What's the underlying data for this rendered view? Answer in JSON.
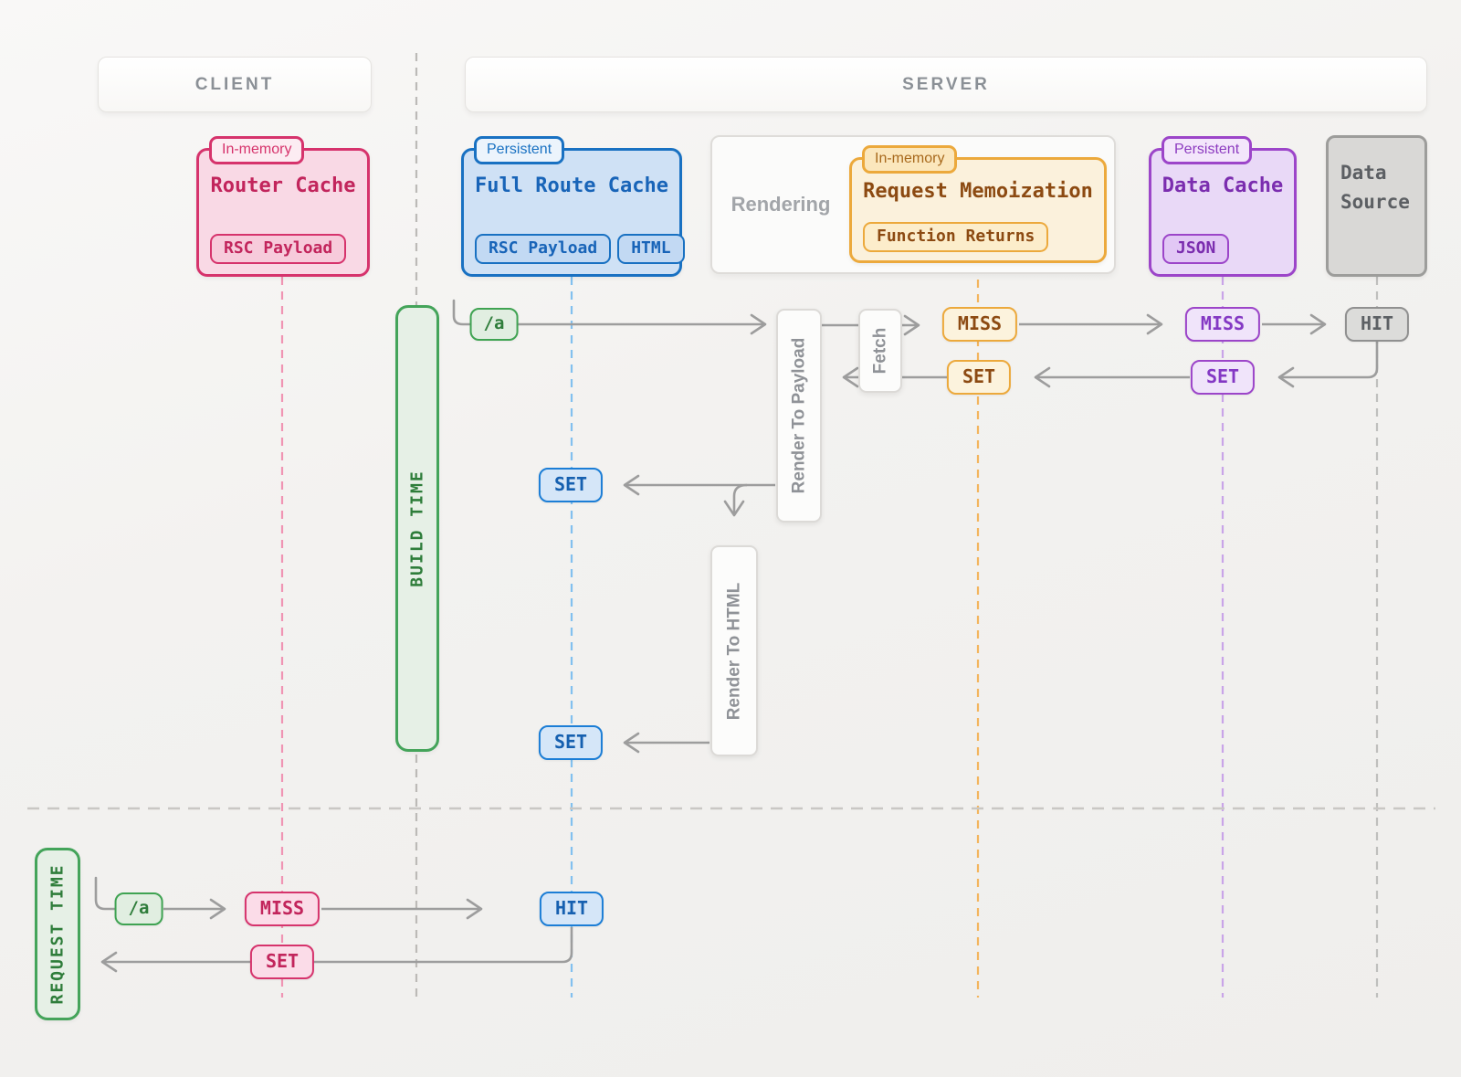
{
  "headers": {
    "client": "CLIENT",
    "server": "SERVER"
  },
  "lanes": {
    "router_cache": {
      "tag": "In-memory",
      "title": "Router Cache",
      "chip": "RSC Payload"
    },
    "full_route_cache": {
      "tag": "Persistent",
      "title": "Full Route Cache",
      "chips": [
        "RSC Payload",
        "HTML"
      ]
    },
    "rendering_label": "Rendering",
    "request_memoization": {
      "tag": "In-memory",
      "title": "Request Memoization",
      "chip": "Function Returns"
    },
    "data_cache": {
      "tag": "Persistent",
      "title": "Data Cache",
      "chip": "JSON"
    },
    "data_source": {
      "title": "Data\nSource"
    }
  },
  "phases": {
    "build": "BUILD TIME",
    "request": "REQUEST TIME"
  },
  "processes": {
    "render_to_payload": "Render To Payload",
    "fetch": "Fetch",
    "render_to_html": "Render To HTML"
  },
  "build_flow": {
    "route": "/a",
    "memo_miss": "MISS",
    "memo_set": "SET",
    "data_miss": "MISS",
    "data_set": "SET",
    "source_hit": "HIT",
    "payload_set": "SET",
    "html_set": "SET"
  },
  "request_flow": {
    "route": "/a",
    "router_miss": "MISS",
    "route_cache_hit": "HIT",
    "router_set": "SET"
  },
  "colors": {
    "pink": "#d6336c",
    "blue": "#1971c2",
    "orange": "#eca93c",
    "purple": "#9c45c9",
    "green": "#3fa352",
    "gray": "#9d9d9d"
  }
}
